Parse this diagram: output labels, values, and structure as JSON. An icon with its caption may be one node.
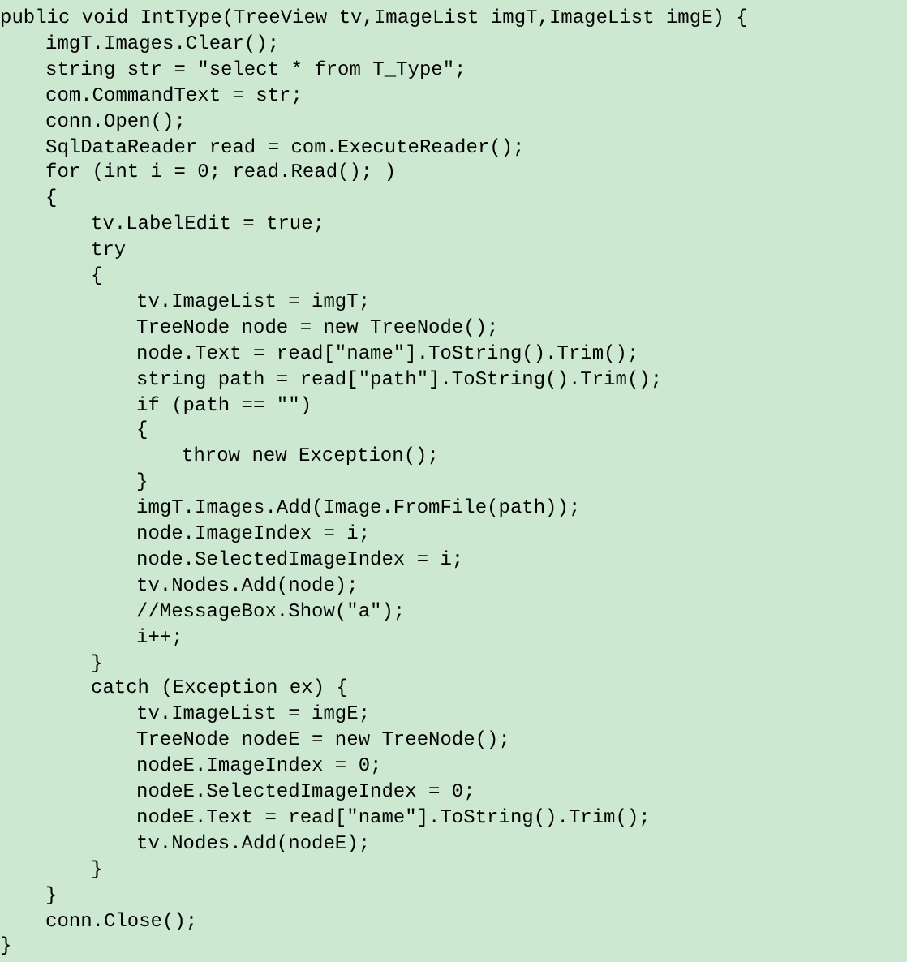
{
  "diagram": {
    "labels": [
      "public void IntType(TreeView tv,ImageList imgT,ImageList imgE) {",
      "imgT.Images.Clear();",
      "string str = \"select * from T_Type\";",
      "com.CommandText = str;",
      "conn.Open();",
      "SqlDataReader read = com.ExecuteReader();",
      "for (int i = 0; read.Read(); )",
      "{",
      "tv.LabelEdit = true;",
      "try",
      "{",
      "tv.ImageList = imgT;",
      "TreeNode node = new TreeNode();",
      "node.Text = read[\"name\"].ToString().Trim();",
      "string path = read[\"path\"].ToString().Trim();",
      "if (path == \"\")",
      "{",
      "throw new Exception();",
      "}",
      "imgT.Images.Add(Image.FromFile(path));",
      "node.ImageIndex = i;",
      "node.SelectedImageIndex = i;",
      "tv.Nodes.Add(node);",
      "//MessageBox.Show(\"a\");",
      "i++;",
      "}",
      "catch (Exception ex) {",
      "tv.ImageList = imgE;",
      "TreeNode nodeE = new TreeNode();",
      "nodeE.ImageIndex = 0;",
      "nodeE.SelectedImageIndex = 0;",
      "nodeE.Text = read[\"name\"].ToString().Trim();",
      "tv.Nodes.Add(nodeE);",
      "}",
      "}",
      "conn.Close();",
      "}"
    ]
  }
}
